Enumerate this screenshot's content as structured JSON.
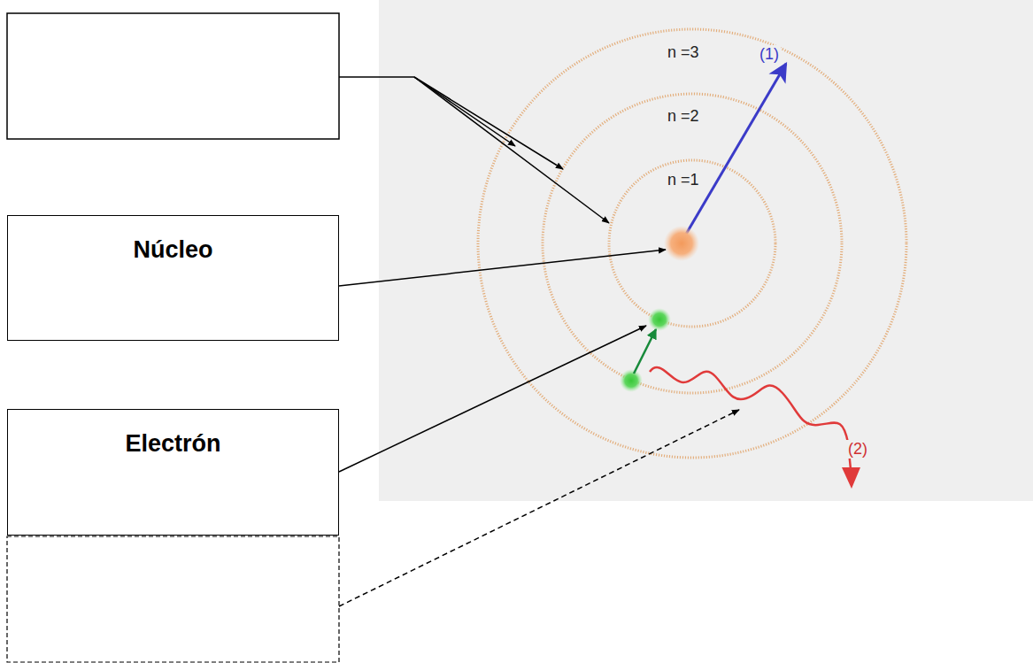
{
  "diagram": {
    "nodes": [
      {
        "text": [
          "Núcleo"
        ]
      },
      {
        "text": [
          "Electrón"
        ]
      }
    ],
    "edges": [],
    "labels": [
      "n =3",
      "n =2",
      "n =1",
      "(1)",
      "(2)"
    ]
  }
}
